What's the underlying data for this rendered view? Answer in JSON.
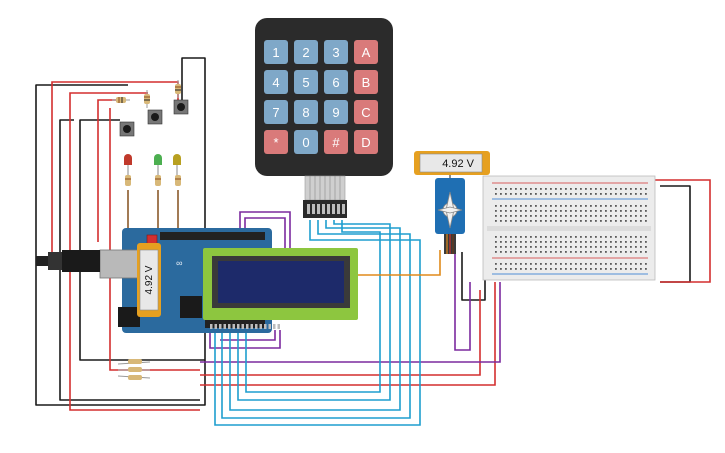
{
  "keypad": {
    "keys": [
      {
        "label": "1",
        "kind": "num"
      },
      {
        "label": "2",
        "kind": "num"
      },
      {
        "label": "3",
        "kind": "num"
      },
      {
        "label": "A",
        "kind": "letter"
      },
      {
        "label": "4",
        "kind": "num"
      },
      {
        "label": "5",
        "kind": "num"
      },
      {
        "label": "6",
        "kind": "num"
      },
      {
        "label": "B",
        "kind": "letter"
      },
      {
        "label": "7",
        "kind": "num"
      },
      {
        "label": "8",
        "kind": "num"
      },
      {
        "label": "9",
        "kind": "num"
      },
      {
        "label": "C",
        "kind": "letter"
      },
      {
        "label": "*",
        "kind": "letter"
      },
      {
        "label": "0",
        "kind": "num"
      },
      {
        "label": "#",
        "kind": "letter"
      },
      {
        "label": "D",
        "kind": "letter"
      }
    ]
  },
  "multimeter_servo": {
    "reading": "4.92 V"
  },
  "multimeter_arduino": {
    "reading": "4.92 V"
  },
  "leds": [
    {
      "color_name": "red",
      "color": "#c0392b"
    },
    {
      "color_name": "green",
      "color": "#4caf50"
    },
    {
      "color_name": "yellow",
      "color": "#b8a020"
    }
  ],
  "colors": {
    "wire_black": "#1a1a1a",
    "wire_red": "#d32f2f",
    "wire_purple": "#7b2a9e",
    "wire_blue": "#1e9ecf",
    "wire_orange": "#e08a1c",
    "wire_brown": "#8a5a2b",
    "arduino_blue": "#2b6a9e",
    "lcd_green": "#8dc63f",
    "lcd_screen": "#1d2a6a",
    "keypad_body": "#2b2b2b",
    "key_blue": "#7fa8c8",
    "key_red": "#d97a7a",
    "servo_blue": "#1f6fb3",
    "meter_gold": "#e6a020"
  }
}
